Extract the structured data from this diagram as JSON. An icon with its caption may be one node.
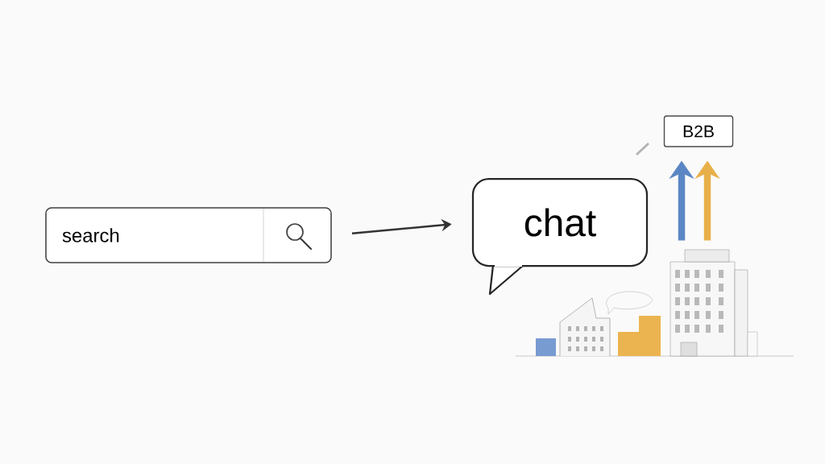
{
  "diagram": {
    "nodes": [
      {
        "text": [
          "search"
        ]
      },
      {
        "text": [
          "chat"
        ]
      },
      {
        "text": [
          "B2B"
        ]
      },
      {
        "text": [],
        "shape": "picture"
      }
    ],
    "edges": [
      {
        "from": 0,
        "to": 1,
        "arrow": "to"
      },
      {
        "from": 3,
        "to": 2,
        "arrow": "to",
        "color": "#5b86c4"
      },
      {
        "from": 3,
        "to": 2,
        "arrow": "to",
        "color": "#e8b04a"
      }
    ]
  }
}
